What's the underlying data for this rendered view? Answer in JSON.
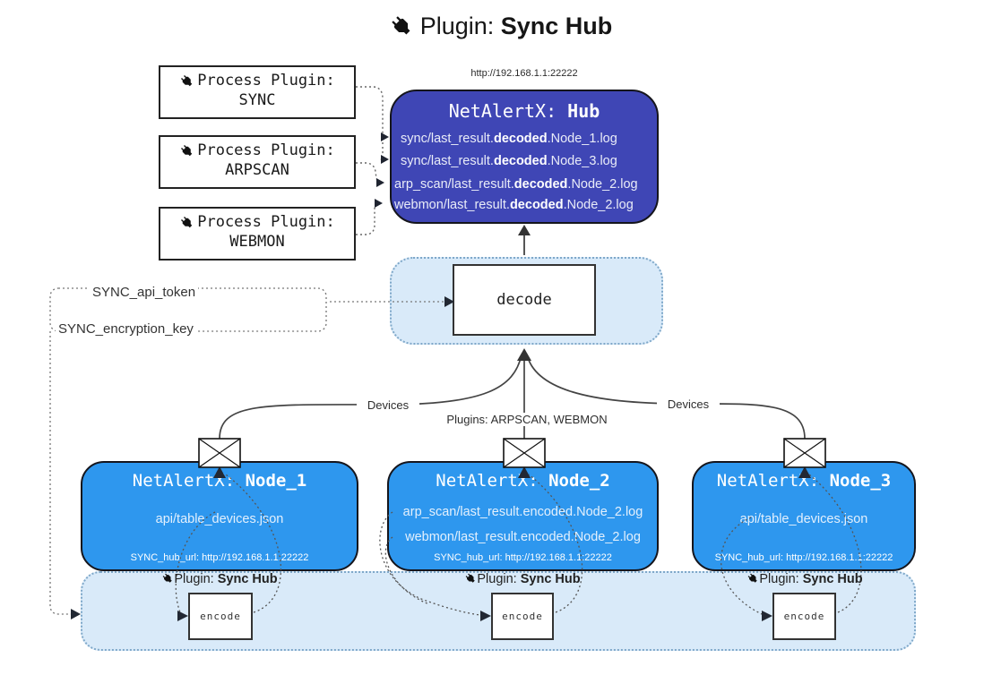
{
  "title": {
    "icon": "plug-icon",
    "prefix": "Plugin: ",
    "bold": "Sync Hub"
  },
  "hub": {
    "url": "http://192.168.1.1:22222",
    "name_prefix": "NetAlertX: ",
    "name_bold": "Hub",
    "lines": [
      {
        "pre": "sync/last_result.",
        "bold": "decoded",
        "post": ".Node_1.log"
      },
      {
        "pre": "sync/last_result.",
        "bold": "decoded",
        "post": ".Node_3.log"
      },
      {
        "pre": "arp_scan/last_result.",
        "bold": "decoded",
        "post": ".Node_2.log"
      },
      {
        "pre": "webmon/last_result.",
        "bold": "decoded",
        "post": ".Node_2.log"
      }
    ]
  },
  "process_plugins": [
    {
      "label": "Process Plugin:",
      "name": "SYNC"
    },
    {
      "label": "Process Plugin:",
      "name": "ARPSCAN"
    },
    {
      "label": "Process Plugin:",
      "name": "WEBMON"
    }
  ],
  "config": {
    "api_token": "SYNC_api_token",
    "encryption_key": "SYNC_encryption_key"
  },
  "decode": {
    "label": "decode"
  },
  "edges": {
    "devices_left": "Devices",
    "plugins_mid": "Plugins: ARPSCAN, WEBMON",
    "devices_right": "Devices"
  },
  "nodes": [
    {
      "name_prefix": "NetAlertX: ",
      "name_bold": "Node_1",
      "lines": [
        "api/table_devices.json"
      ],
      "footer": "SYNC_hub_url: http://192.168.1.1:22222"
    },
    {
      "name_prefix": "NetAlertX: ",
      "name_bold": "Node_2",
      "lines": [
        "arp_scan/last_result.encoded.Node_2.log",
        "webmon/last_result.encoded.Node_2.log"
      ],
      "footer": "SYNC_hub_url: http://192.168.1.1:22222"
    },
    {
      "name_prefix": "NetAlertX: ",
      "name_bold": "Node_3",
      "lines": [
        "api/table_devices.json"
      ],
      "footer": "SYNC_hub_url: http://192.168.1.1:22222"
    }
  ],
  "encode_sections": [
    {
      "label_prefix": "Plugin: ",
      "label_bold": "Sync Hub",
      "box": "encode"
    },
    {
      "label_prefix": "Plugin: ",
      "label_bold": "Sync Hub",
      "box": "encode"
    },
    {
      "label_prefix": "Plugin: ",
      "label_bold": "Sync Hub",
      "box": "encode"
    }
  ],
  "colors": {
    "hub_fill": "#3F46B5",
    "node_fill": "#2E97EE",
    "panel_fill": "#D9EAF9",
    "panel_border": "#7FA8C9",
    "line": "#444444",
    "dotted_line": "#666666",
    "arrow_dark": "#222833"
  }
}
